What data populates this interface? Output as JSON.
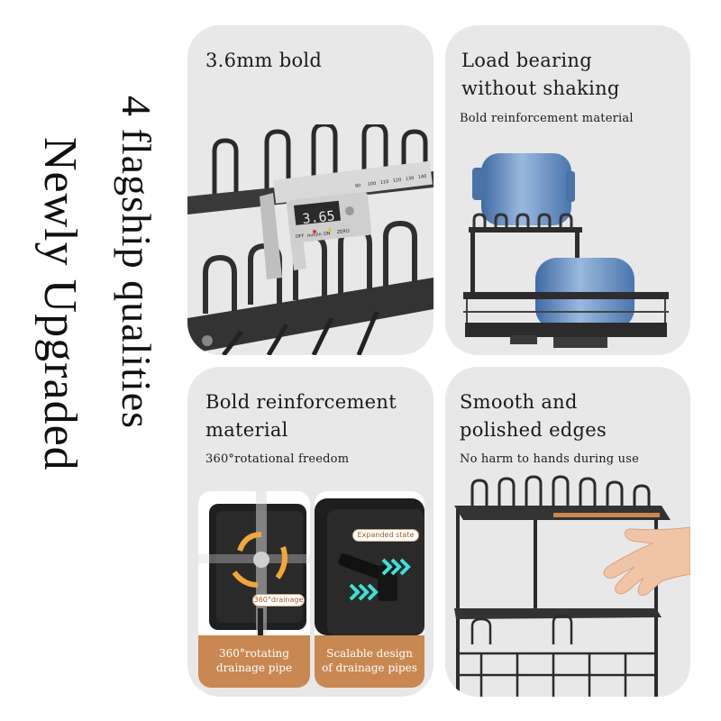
{
  "vertical_titles": {
    "line1": "4 flagship qualities",
    "line2": "Newly Upgraded"
  },
  "cards": {
    "bold": {
      "title": "3.6mm bold",
      "caliper_reading": "3.65",
      "caliper_buttons": [
        "OFF",
        "mm/in",
        "ON",
        "ZERO"
      ],
      "scale_numbers": [
        "90",
        "100",
        "110",
        "120",
        "130",
        "140"
      ]
    },
    "load": {
      "title_line1": "Load bearing",
      "title_line2": "without shaking",
      "subtitle": "Bold reinforcement material"
    },
    "rotation": {
      "title_line1": "Bold reinforcement",
      "title_line2": "material",
      "subtitle": "360°rotational freedom",
      "left_badge": "360°drainage",
      "left_label_line1": "360°rotating",
      "left_label_line2": "drainage pipe",
      "right_badge": "Expanded state",
      "right_label_line1": "Scalable design",
      "right_label_line2": "of drainage pipes"
    },
    "edges": {
      "title_line1": "Smooth and",
      "title_line2": "polished edges",
      "subtitle": "No harm to hands during use"
    }
  },
  "colors": {
    "card_bg": "#e8e8e8",
    "rack": "#2b2b2b",
    "accent_orange": "#c98752",
    "arrow_cyan": "#3ee0d8",
    "bottle_blue": "#5d86b8"
  }
}
